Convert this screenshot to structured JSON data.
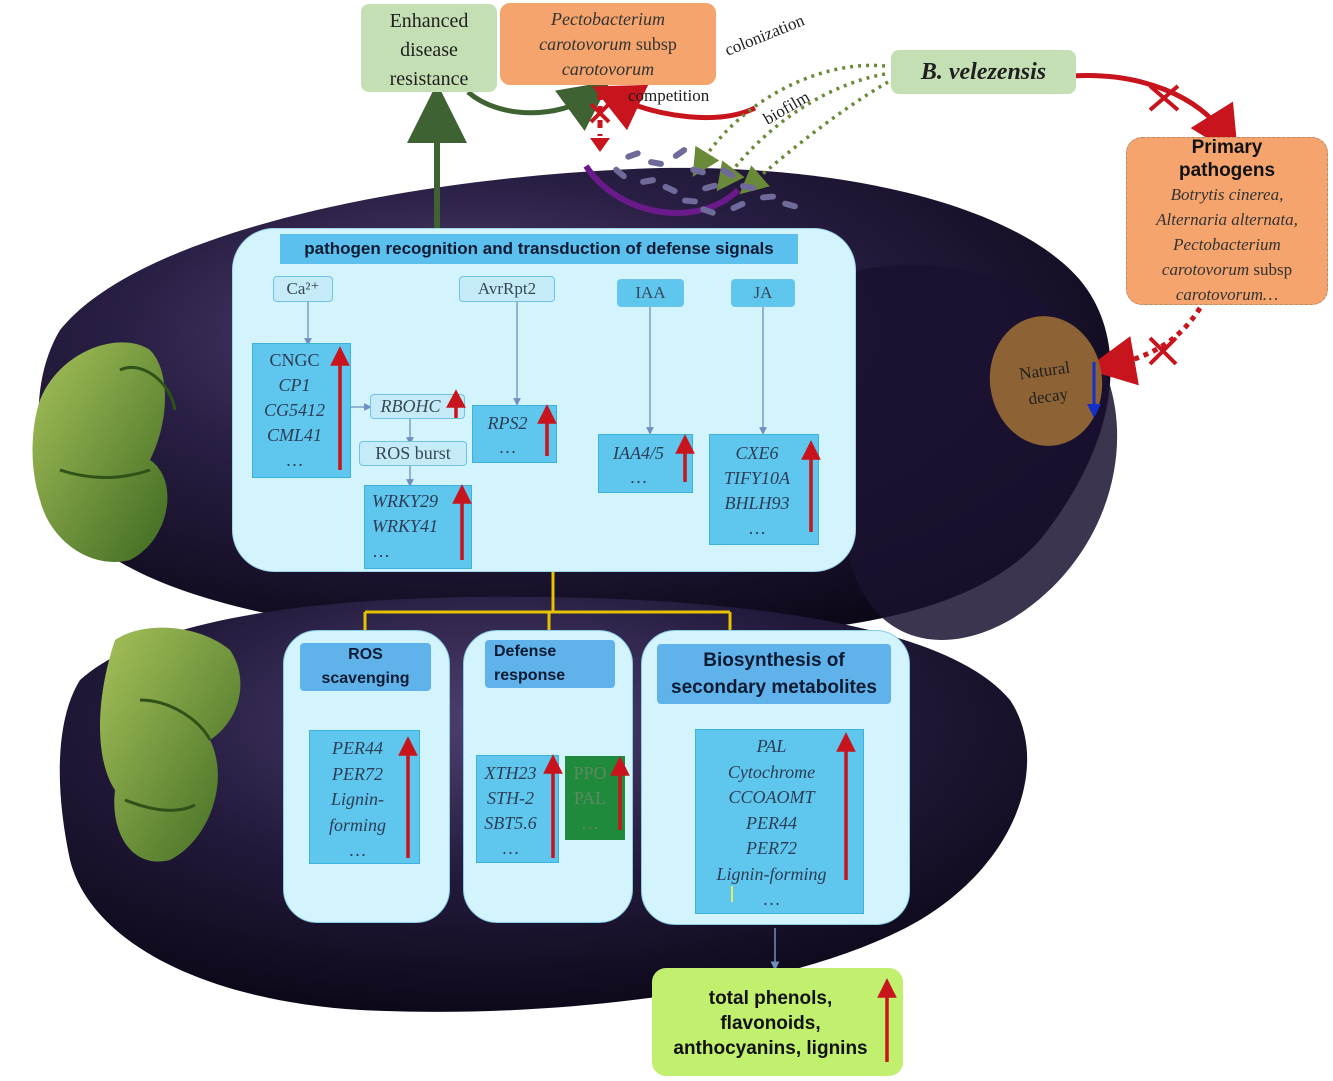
{
  "top": {
    "enhanced": [
      "Enhanced",
      "disease",
      "resistance"
    ],
    "pcc": [
      "Pectobacterium",
      "carotovorum",
      "subsp",
      "carotovorum"
    ],
    "bvel": "B. velezensis",
    "colonization": "colonization",
    "competition": "competition",
    "biofilm": "biofilm"
  },
  "primary": {
    "title": [
      "Primary",
      "pathogens"
    ],
    "list": [
      "Botrytis cinerea,",
      "Alternaria alternata,",
      "Pectobacterium",
      "carotovorum",
      "subsp",
      "carotovorum…"
    ]
  },
  "natural": [
    "Natural",
    "decay"
  ],
  "recognition": {
    "header": "pathogen recognition and transduction of defense signals",
    "ca": "Ca²⁺",
    "avr": "AvrRpt2",
    "iaa": "IAA",
    "ja": "JA",
    "ca_genes": [
      "CNGC",
      "CP1",
      "CG5412",
      "CML41",
      "…"
    ],
    "rbohc": "RBOHC",
    "ros_burst": "ROS burst",
    "wrky": [
      "WRKY29",
      "WRKY41",
      "…"
    ],
    "rps": [
      "RPS2",
      "…"
    ],
    "iaa_genes": [
      "IAA4/5",
      "…"
    ],
    "ja_genes": [
      "CXE6",
      "TIFY10A",
      "BHLH93",
      "…"
    ]
  },
  "ros": {
    "header": [
      "ROS",
      "scavenging"
    ],
    "genes": [
      "PER44",
      "PER72",
      "Lignin-",
      "forming",
      "…"
    ]
  },
  "defense": {
    "header": [
      "Defense",
      "response"
    ],
    "genes_left": [
      "XTH23",
      "STH-2",
      "SBT5.6",
      "…"
    ],
    "genes_right": [
      "PPO",
      "PAL",
      "…"
    ]
  },
  "biosynth": {
    "header": [
      "Biosynthesis of",
      "secondary metabolites"
    ],
    "genes": [
      "PAL",
      "Cytochrome",
      "CCOAOMT",
      "PER44",
      "PER72",
      "Lignin-forming",
      "…"
    ]
  },
  "output": [
    "total phenols,",
    "flavonoids,",
    "anthocyanins, lignins"
  ],
  "colors": {
    "up_arrow": "#c8141c",
    "down_arrow": "#1530c8",
    "green_arrow": "#3e6232",
    "panel": "#d3f3fd",
    "eggplant": "#22183a"
  }
}
